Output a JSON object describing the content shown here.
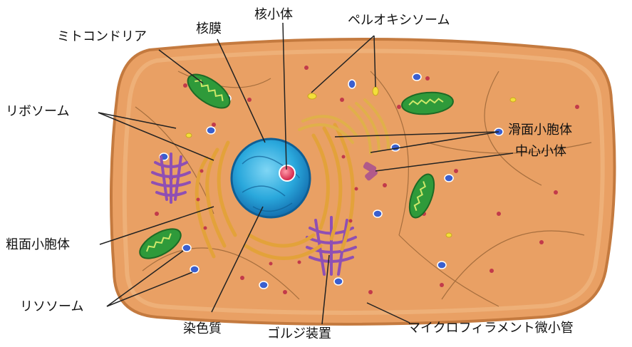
{
  "diagram": {
    "labels": {
      "mitochondria": "ミトコンドリア",
      "nuclear_envelope": "核膜",
      "nucleolus": "核小体",
      "peroxisome": "ペルオキシソーム",
      "ribosome": "リボソーム",
      "smooth_er": "滑面小胞体",
      "centrosome": "中心小体",
      "rough_er": "粗面小胞体",
      "lysosome": "リソソーム",
      "chromatin": "染色質",
      "golgi": "ゴルジ装置",
      "microfilament": "マイクロフィラメント微小管"
    },
    "colors": {
      "cytoplasm": "#e9a064",
      "cell_outline": "#c47a3f",
      "nucleus": "#2aa8dc",
      "nucleolus": "#e0304f",
      "mitochondria": "#2f9a3a",
      "golgi": "#8f4fb3",
      "er": "#e3a23a",
      "lysosome": "#3a5fcf",
      "leader_line": "#222222"
    }
  }
}
